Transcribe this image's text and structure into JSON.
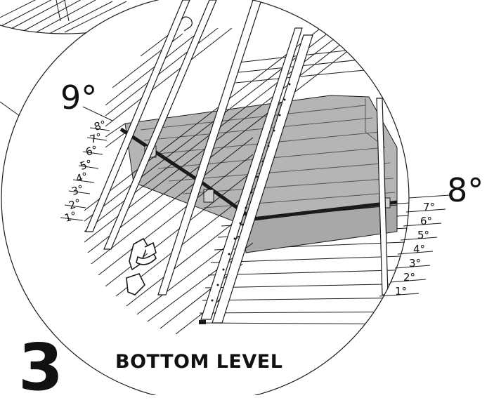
{
  "step_number": "3",
  "caption": "BOTTOM LEVEL",
  "left_callout": "9°",
  "right_callout": "8°",
  "left_levels": [
    "1°",
    "2°",
    "3°",
    "4°",
    "5°",
    "6°",
    "7°",
    "8°"
  ],
  "right_levels": [
    "1°",
    "2°",
    "3°",
    "4°",
    "5°",
    "6°",
    "7°"
  ],
  "colors": {
    "line": "#1a1a1a",
    "panel": "#b5b5b5",
    "panel_dark": "#9a9a9a",
    "background": "#ffffff"
  }
}
